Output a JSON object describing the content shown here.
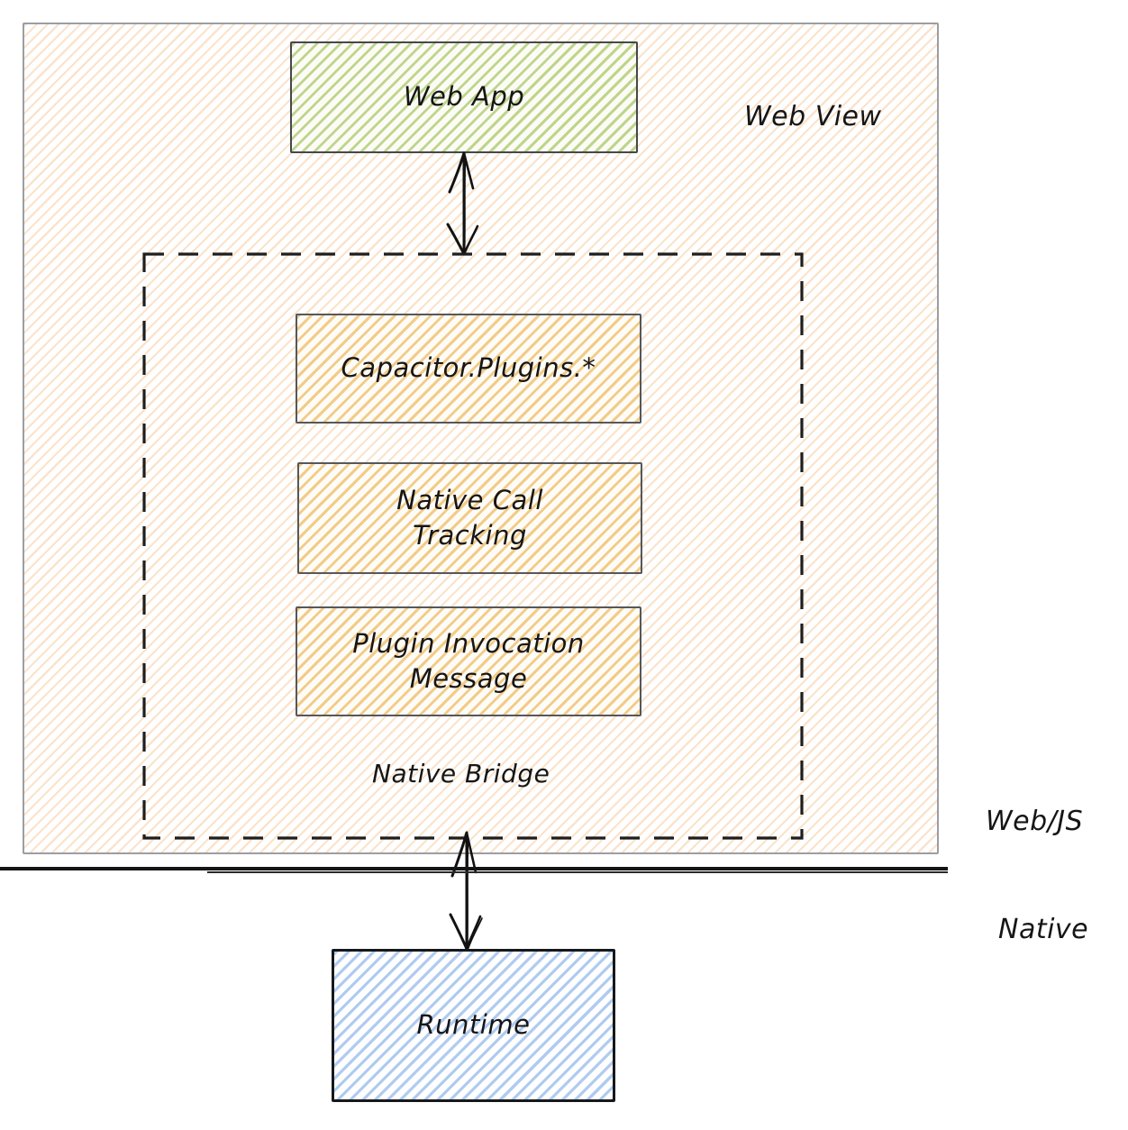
{
  "labels": {
    "web_view": "Web View",
    "native_bridge": "Native Bridge",
    "zone_web": "Web/JS",
    "zone_native": "Native"
  },
  "nodes": {
    "web_app": "Web App",
    "capacitor_plugins": "Capacitor.Plugins.*",
    "native_call_tracking": "Native Call Tracking",
    "plugin_invocation_message": "Plugin Invocation Message",
    "runtime": "Runtime"
  },
  "colors": {
    "peach_hatch": "#f7cca2",
    "green_hatch": "#a8ca69",
    "orange_hatch": "#f0bf6d",
    "blue_hatch": "#8eb5ea",
    "outer_border": "#9c9ea2",
    "node_border_dark": "#4a4d51",
    "ink": "#161616"
  }
}
